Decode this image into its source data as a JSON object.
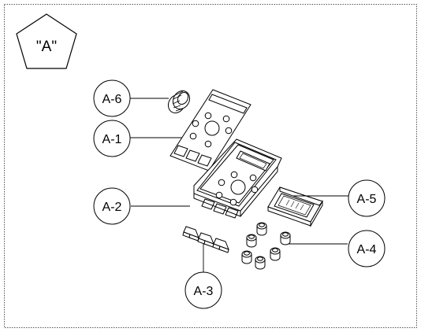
{
  "view_label": "\"A\"",
  "callouts": {
    "a1": "A-1",
    "a2": "A-2",
    "a3": "A-3",
    "a4": "A-4",
    "a5": "A-5",
    "a6": "A-6"
  }
}
